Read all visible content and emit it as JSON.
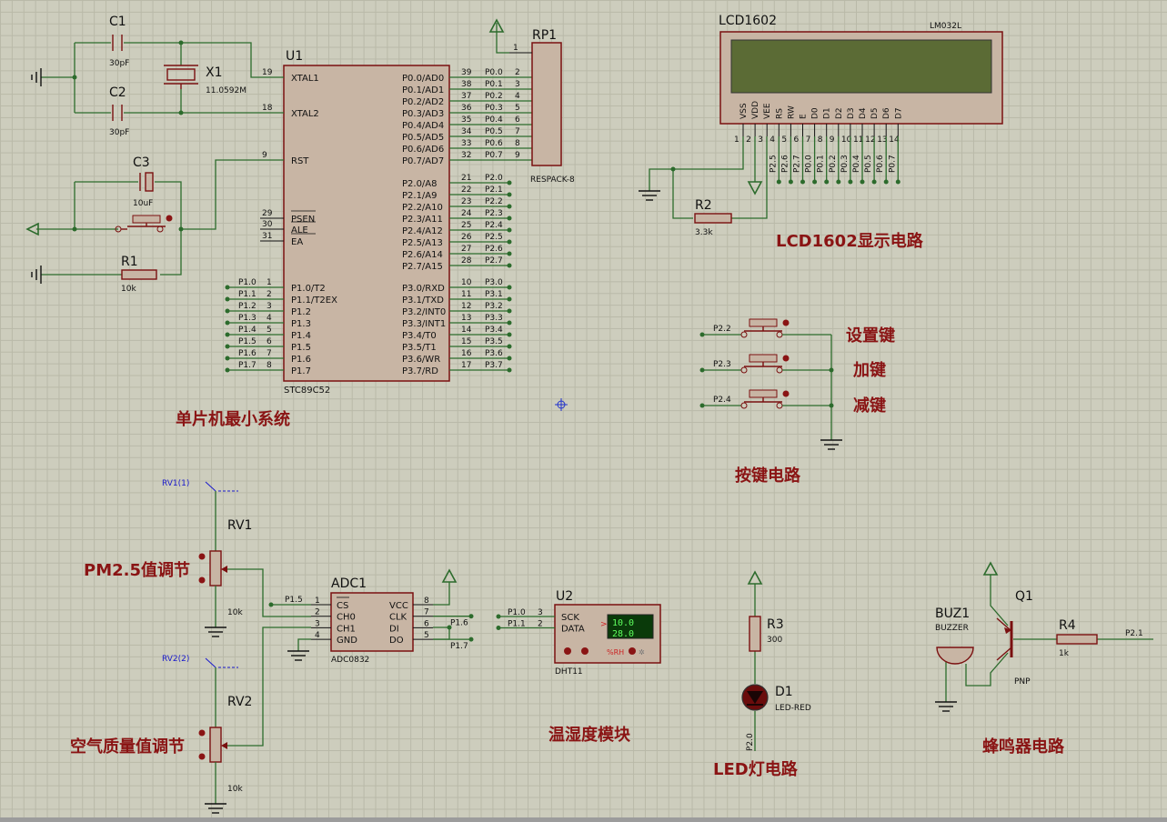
{
  "titles": {
    "mcu": "单片机最小系统",
    "lcd": "LCD1602显示电路",
    "keys": "按键电路",
    "temp": "温湿度模块",
    "led": "LED灯电路",
    "buzzer": "蜂鸣器电路"
  },
  "side_labels": {
    "set_key": "设置键",
    "add_key": "加键",
    "sub_key": "减键",
    "pm25": "PM2.5值调节",
    "air": "空气质量值调节"
  },
  "u1": {
    "ref": "U1",
    "part": "STC89C52",
    "left_pins": [
      {
        "num": "19",
        "name": "XTAL1"
      },
      {
        "num": "18",
        "name": "XTAL2"
      },
      {
        "num": "9",
        "name": "RST"
      },
      {
        "num": "29",
        "name": "PSEN"
      },
      {
        "num": "30",
        "name": "ALE"
      },
      {
        "num": "31",
        "name": "EA"
      }
    ],
    "p1_pins": [
      {
        "num": "1",
        "name": "P1.0/T2",
        "net": "P1.0"
      },
      {
        "num": "2",
        "name": "P1.1/T2EX",
        "net": "P1.1"
      },
      {
        "num": "3",
        "name": "P1.2",
        "net": "P1.2"
      },
      {
        "num": "4",
        "name": "P1.3",
        "net": "P1.3"
      },
      {
        "num": "5",
        "name": "P1.4",
        "net": "P1.4"
      },
      {
        "num": "6",
        "name": "P1.5",
        "net": "P1.5"
      },
      {
        "num": "7",
        "name": "P1.6",
        "net": "P1.6"
      },
      {
        "num": "8",
        "name": "P1.7",
        "net": "P1.7"
      }
    ],
    "p0_pins": [
      {
        "num": "39",
        "name": "P0.0/AD0",
        "net": "P0.0",
        "rp": "2"
      },
      {
        "num": "38",
        "name": "P0.1/AD1",
        "net": "P0.1",
        "rp": "3"
      },
      {
        "num": "37",
        "name": "P0.2/AD2",
        "net": "P0.2",
        "rp": "4"
      },
      {
        "num": "36",
        "name": "P0.3/AD3",
        "net": "P0.3",
        "rp": "5"
      },
      {
        "num": "35",
        "name": "P0.4/AD4",
        "net": "P0.4",
        "rp": "6"
      },
      {
        "num": "34",
        "name": "P0.5/AD5",
        "net": "P0.5",
        "rp": "7"
      },
      {
        "num": "33",
        "name": "P0.6/AD6",
        "net": "P0.6",
        "rp": "8"
      },
      {
        "num": "32",
        "name": "P0.7/AD7",
        "net": "P0.7",
        "rp": "9"
      }
    ],
    "p2_pins": [
      {
        "num": "21",
        "name": "P2.0/A8",
        "net": "P2.0"
      },
      {
        "num": "22",
        "name": "P2.1/A9",
        "net": "P2.1"
      },
      {
        "num": "23",
        "name": "P2.2/A10",
        "net": "P2.2"
      },
      {
        "num": "24",
        "name": "P2.3/A11",
        "net": "P2.3"
      },
      {
        "num": "25",
        "name": "P2.4/A12",
        "net": "P2.4"
      },
      {
        "num": "26",
        "name": "P2.5/A13",
        "net": "P2.5"
      },
      {
        "num": "27",
        "name": "P2.6/A14",
        "net": "P2.6"
      },
      {
        "num": "28",
        "name": "P2.7/A15",
        "net": "P2.7"
      }
    ],
    "p3_pins": [
      {
        "num": "10",
        "name": "P3.0/RXD",
        "net": "P3.0"
      },
      {
        "num": "11",
        "name": "P3.1/TXD",
        "net": "P3.1"
      },
      {
        "num": "12",
        "name": "P3.2/INT0",
        "net": "P3.2"
      },
      {
        "num": "13",
        "name": "P3.3/INT1",
        "net": "P3.3"
      },
      {
        "num": "14",
        "name": "P3.4/T0",
        "net": "P3.4"
      },
      {
        "num": "15",
        "name": "P3.5/T1",
        "net": "P3.5"
      },
      {
        "num": "16",
        "name": "P3.6/WR",
        "net": "P3.6"
      },
      {
        "num": "17",
        "name": "P3.7/RD",
        "net": "P3.7"
      }
    ]
  },
  "rp1": {
    "ref": "RP1",
    "part": "RESPACK-8",
    "pin1": "1"
  },
  "c1": {
    "ref": "C1",
    "value": "30pF"
  },
  "c2": {
    "ref": "C2",
    "value": "30pF"
  },
  "c3": {
    "ref": "C3",
    "value": "10uF"
  },
  "x1": {
    "ref": "X1",
    "value": "11.0592M"
  },
  "r1": {
    "ref": "R1",
    "value": "10k"
  },
  "r2": {
    "ref": "R2",
    "value": "3.3k"
  },
  "r3": {
    "ref": "R3",
    "value": "300"
  },
  "r4": {
    "ref": "R4",
    "value": "1k"
  },
  "lcd": {
    "ref": "LCD1602",
    "part": "LM032L",
    "pins": [
      {
        "name": "VSS",
        "num": "1",
        "net": ""
      },
      {
        "name": "VDD",
        "num": "2",
        "net": ""
      },
      {
        "name": "VEE",
        "num": "3",
        "net": ""
      },
      {
        "name": "RS",
        "num": "4",
        "net": "P2.5"
      },
      {
        "name": "RW",
        "num": "5",
        "net": "P2.6"
      },
      {
        "name": "E",
        "num": "6",
        "net": "P2.7"
      },
      {
        "name": "D0",
        "num": "7",
        "net": "P0.0"
      },
      {
        "name": "D1",
        "num": "8",
        "net": "P0.1"
      },
      {
        "name": "D2",
        "num": "9",
        "net": "P0.2"
      },
      {
        "name": "D3",
        "num": "10",
        "net": "P0.3"
      },
      {
        "name": "D4",
        "num": "11",
        "net": "P0.4"
      },
      {
        "name": "D5",
        "num": "12",
        "net": "P0.5"
      },
      {
        "name": "D6",
        "num": "13",
        "net": "P0.6"
      },
      {
        "name": "D7",
        "num": "14",
        "net": "P0.7"
      }
    ]
  },
  "keys": {
    "nets": [
      "P2.2",
      "P2.3",
      "P2.4"
    ]
  },
  "rv1": {
    "ref": "RV1",
    "value": "10k",
    "probe": "RV1(1)"
  },
  "rv2": {
    "ref": "RV2",
    "value": "10k",
    "probe": "RV2(2)"
  },
  "adc": {
    "ref": "ADC1",
    "part": "ADC0832",
    "left_pins": [
      {
        "num": "1",
        "name": "CS",
        "net": "P1.5"
      },
      {
        "num": "2",
        "name": "CH0",
        "net": ""
      },
      {
        "num": "3",
        "name": "CH1",
        "net": ""
      },
      {
        "num": "4",
        "name": "GND",
        "net": ""
      }
    ],
    "right_pins": [
      {
        "num": "8",
        "name": "VCC",
        "net": ""
      },
      {
        "num": "7",
        "name": "CLK",
        "net": "P1.6"
      },
      {
        "num": "6",
        "name": "DI",
        "net": ""
      },
      {
        "num": "5",
        "name": "DO",
        "net": "P1.7"
      }
    ]
  },
  "dht": {
    "ref": "U2",
    "part": "DHT11",
    "pins": [
      {
        "num": "3",
        "name": "SCK",
        "net": "P1.0"
      },
      {
        "num": "2",
        "name": "DATA",
        "net": "P1.1"
      }
    ],
    "temperature": "10.0",
    "humidity": "28.0",
    "rh_label": "%RH"
  },
  "led": {
    "ref": "D1",
    "part": "LED-RED",
    "net": "P2.0"
  },
  "buzzer": {
    "ref": "BUZ1",
    "part": "BUZZER"
  },
  "q1": {
    "ref": "Q1",
    "part": "PNP",
    "net": "P2.1"
  }
}
